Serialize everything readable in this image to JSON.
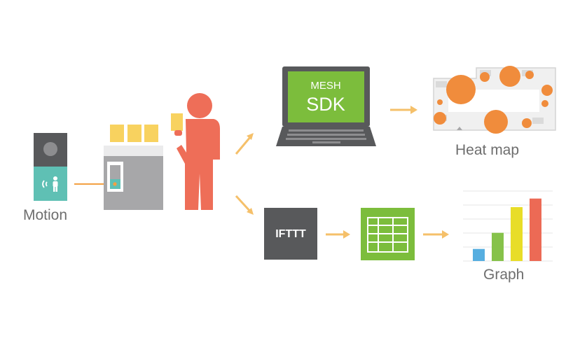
{
  "labels": {
    "motion": "Motion",
    "heat_map": "Heat map",
    "graph": "Graph"
  },
  "laptop": {
    "line1": "MESH",
    "line2": "SDK"
  },
  "ifttt": {
    "text": "IFTTT"
  },
  "bar_chart": {
    "values": [
      0.24,
      0.56,
      1.07,
      1.24
    ],
    "colors": [
      "#56aee0",
      "#86c24a",
      "#e8dd28",
      "#ec6a55"
    ]
  },
  "icons": [
    "motion-sensor-icon",
    "tag-dispenser-box-icon",
    "person-icon",
    "laptop-icon",
    "ifttt-icon",
    "spreadsheet-icon",
    "heat-map-icon",
    "bar-graph-icon",
    "arrow-icon"
  ],
  "colors": {
    "orange": "#f3a042",
    "arrow": "#f5c06a",
    "person": "#ee6e58",
    "yellow": "#f8d25f",
    "green": "#7cbd3c",
    "teal": "#5fc0b4",
    "gray_dark": "#58595b",
    "gray": "#a7a7a9",
    "text": "#6e6e6e"
  }
}
